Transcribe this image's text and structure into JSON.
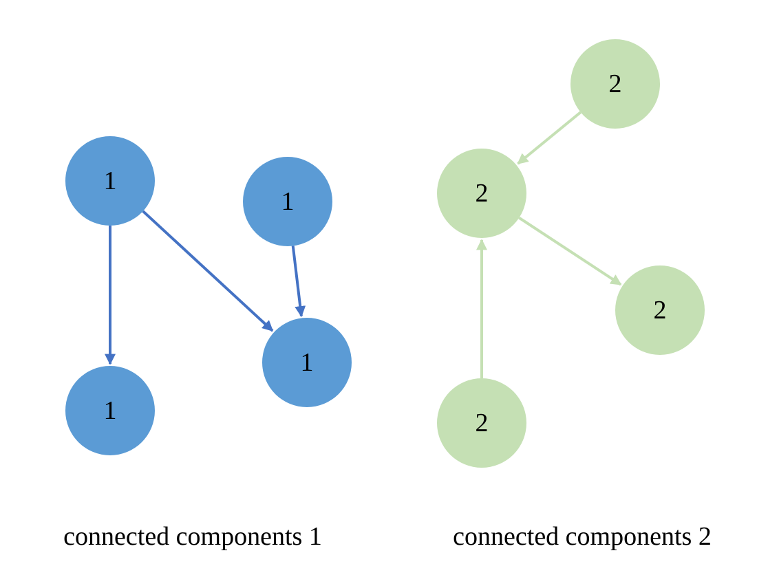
{
  "components": [
    {
      "caption": "connected components 1",
      "fill_color": "#5b9bd5",
      "edge_color": "#4472c4",
      "node_label": "1",
      "nodes": [
        {
          "label": "1"
        },
        {
          "label": "1"
        },
        {
          "label": "1"
        },
        {
          "label": "1"
        }
      ],
      "edges": [
        {
          "from": 0,
          "to": 2
        },
        {
          "from": 0,
          "to": 3
        },
        {
          "from": 1,
          "to": 3
        }
      ]
    },
    {
      "caption": "connected components 2",
      "fill_color": "#c5e0b4",
      "edge_color": "#c5e0b4",
      "node_label": "2",
      "nodes": [
        {
          "label": "2"
        },
        {
          "label": "2"
        },
        {
          "label": "2"
        },
        {
          "label": "2"
        }
      ],
      "edges": [
        {
          "from": 0,
          "to": 1
        },
        {
          "from": 1,
          "to": 2
        },
        {
          "from": 3,
          "to": 1
        }
      ]
    }
  ]
}
